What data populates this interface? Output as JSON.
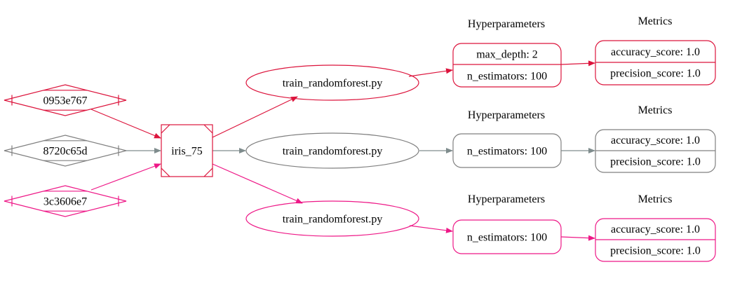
{
  "colors": {
    "crimson": "#dc143c",
    "gray": "#808080",
    "pink": "#ee1887",
    "edge_gray": "#7f8c8d"
  },
  "input_commits": [
    {
      "label": "0953e767",
      "color": "#dc143c"
    },
    {
      "label": "8720c65d",
      "color": "#808080"
    },
    {
      "label": "3c3606e7",
      "color": "#ee1887"
    }
  ],
  "dataset": {
    "label": "iris_75",
    "color": "#dc143c"
  },
  "runs": [
    {
      "color": "#dc143c",
      "script": "train_randomforest.py",
      "hyper_title": "Hyperparameters",
      "hyperparameters": [
        "max_depth: 2",
        "n_estimators: 100"
      ],
      "metrics_title": "Metrics",
      "metrics": [
        "accuracy_score: 1.0",
        "precision_score: 1.0"
      ]
    },
    {
      "color": "#808080",
      "script": "train_randomforest.py",
      "hyper_title": "Hyperparameters",
      "hyperparameters": [
        "n_estimators: 100"
      ],
      "metrics_title": "Metrics",
      "metrics": [
        "accuracy_score: 1.0",
        "precision_score: 1.0"
      ]
    },
    {
      "color": "#ee1887",
      "script": "train_randomforest.py",
      "hyper_title": "Hyperparameters",
      "hyperparameters": [
        "n_estimators: 100"
      ],
      "metrics_title": "Metrics",
      "metrics": [
        "accuracy_score: 1.0",
        "precision_score: 1.0"
      ]
    }
  ]
}
